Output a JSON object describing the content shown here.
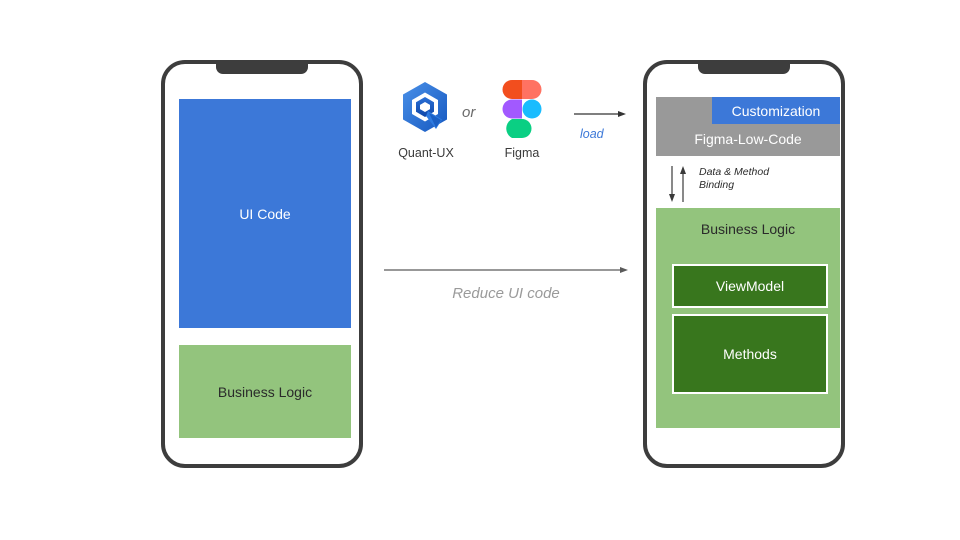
{
  "diagram": {
    "left_phone": {
      "name": "traditional-app-phone",
      "notch": "phone-notch",
      "blocks": [
        {
          "id": "ui-code",
          "label": "UI Code",
          "color": "#3c78d8"
        },
        {
          "id": "business-logic",
          "label": "Business Logic",
          "color": "#93c47d"
        }
      ]
    },
    "right_phone": {
      "name": "low-code-app-phone",
      "notch": "phone-notch",
      "blocks": [
        {
          "id": "figma-low-code",
          "label": "Figma-Low-Code",
          "color": "#999999"
        },
        {
          "id": "customization",
          "label": "Customization",
          "color": "#3c78d8"
        },
        {
          "id": "business-logic",
          "label": "Business Logic",
          "color": "#93c47d"
        },
        {
          "id": "viewmodel",
          "label": "ViewModel",
          "color": "#38761d"
        },
        {
          "id": "methods",
          "label": "Methods",
          "color": "#38761d"
        }
      ],
      "binding": {
        "label": "Data & Method\nBinding",
        "down_arrow_icon": "arrow-down-icon",
        "up_arrow_icon": "arrow-up-icon"
      }
    },
    "tools": [
      {
        "id": "quant-ux",
        "caption": "Quant-UX",
        "icon": "quant-ux-logo-icon"
      },
      {
        "id": "figma",
        "caption": "Figma",
        "icon": "figma-logo-icon"
      }
    ],
    "or_label": "or",
    "load_arrow": {
      "label": "load",
      "icon": "arrow-right-icon",
      "color": "#3c78d8"
    },
    "reduce_arrow": {
      "label": "Reduce UI code",
      "icon": "arrow-right-icon",
      "color": "#9a9a9a"
    },
    "colors": {
      "blue": "#3c78d8",
      "light_green": "#93c47d",
      "dark_green": "#38761d",
      "gray": "#999999",
      "frame": "#3d3d3d"
    }
  }
}
